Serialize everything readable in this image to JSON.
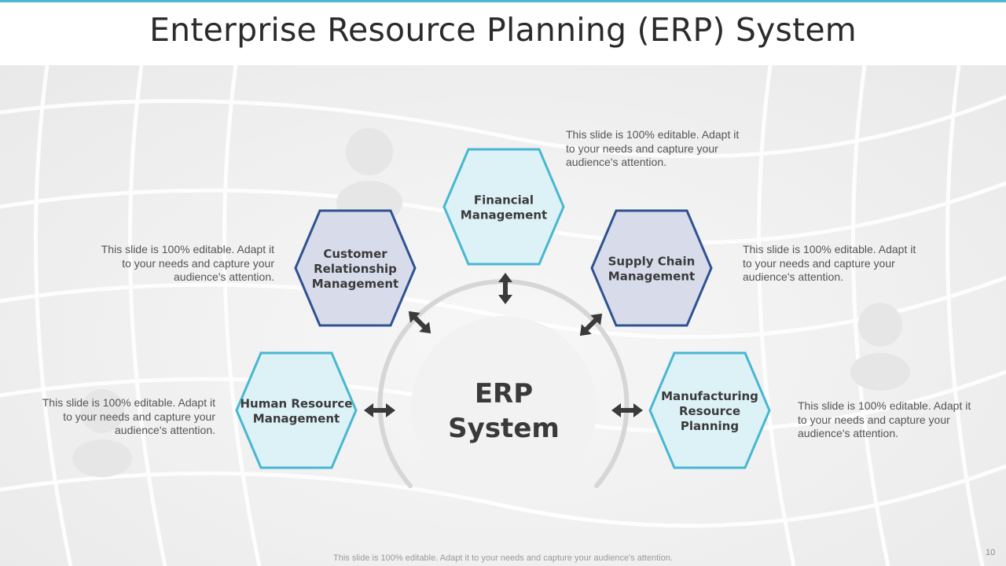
{
  "title": "Enterprise Resource Planning (ERP) System",
  "center": {
    "line1": "ERP",
    "line2": "System"
  },
  "nodes": [
    {
      "id": "financial",
      "lines": [
        "Financial",
        "Management"
      ],
      "style": "light"
    },
    {
      "id": "crm",
      "lines": [
        "Customer",
        "Relationship",
        "Management"
      ],
      "style": "dark"
    },
    {
      "id": "scm",
      "lines": [
        "Supply Chain",
        "Management"
      ],
      "style": "dark"
    },
    {
      "id": "hrm",
      "lines": [
        "Human Resource",
        "Management"
      ],
      "style": "light"
    },
    {
      "id": "mrp",
      "lines": [
        "Manufacturing",
        "Resource",
        "Planning"
      ],
      "style": "light"
    }
  ],
  "descriptions": {
    "financial": "This slide is 100% editable. Adapt it to your needs and capture your audience's attention.",
    "crm": "This slide is 100% editable. Adapt it to your needs and capture your audience's attention.",
    "scm": "This slide is 100% editable. Adapt it to your needs and capture your audience's attention.",
    "hrm": "This slide is 100% editable. Adapt it to your needs and capture your audience's attention.",
    "mrp": "This slide is 100% editable. Adapt it to your needs and capture your audience's attention."
  },
  "footer": "This slide is 100% editable. Adapt it to your needs and capture your audience's attention.",
  "page_number": "10",
  "colors": {
    "accent": "#4fb9d3",
    "light_fill": "#ddf2f7",
    "light_stroke": "#47b7d2",
    "dark_fill": "#d8dcea",
    "dark_stroke": "#2f5390",
    "arrow": "#3a3a3a",
    "ring": "#d6d6d6",
    "center_fill": "#f2f2f2",
    "node_text": "#3a3a3a"
  }
}
